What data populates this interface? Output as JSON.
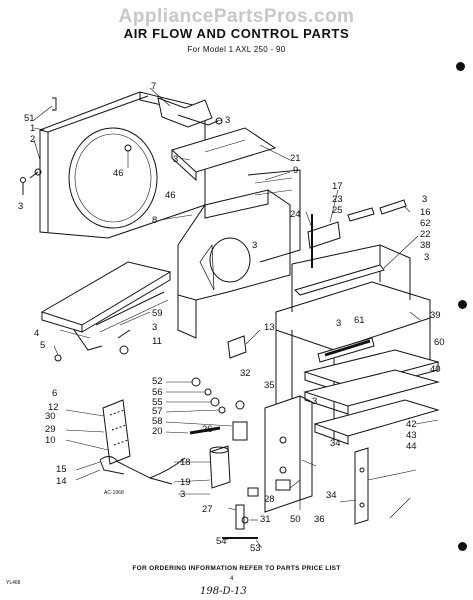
{
  "watermark": "AppliancePartsPros.com",
  "title": "AIR FLOW AND CONTROL PARTS",
  "subtitle": "For Model 1 AXL 250 - 90",
  "footer_note": "FOR ORDERING INFORMATION REFER TO PARTS PRICE LIST",
  "drawing_code": "AC-1968",
  "corner_code": "YL468",
  "page_number": "4",
  "handwritten": "198-D-13",
  "callouts": {
    "c51": "51",
    "c1": "1",
    "c2": "2",
    "c3a": "3",
    "c7": "7",
    "c3b": "3",
    "c46a": "46",
    "c3c": "3",
    "c21": "21",
    "c9": "9",
    "c46b": "46",
    "c8": "8",
    "c3d": "3",
    "c24": "24",
    "c17": "17",
    "c23": "23",
    "c25": "25",
    "c3e": "3",
    "c16": "16",
    "c62": "62",
    "c22": "22",
    "c38": "38",
    "c3f": "3",
    "c4": "4",
    "c59": "59",
    "c3g": "3",
    "c11": "11",
    "c5": "5",
    "c13": "13",
    "c3h": "3",
    "c61": "61",
    "c39": "39",
    "c60": "60",
    "c40": "40",
    "c6": "6",
    "c12": "12",
    "c30": "30",
    "c29": "29",
    "c10": "10",
    "c52": "52",
    "c56": "56",
    "c55": "55",
    "c57": "57",
    "c58": "58",
    "c20": "20",
    "c32": "32",
    "c35": "35",
    "c3i": "3",
    "c26": "26",
    "c42": "42",
    "c43": "43",
    "c44": "44",
    "c15": "15",
    "c14": "14",
    "c18": "18",
    "c34a": "34",
    "c19": "19",
    "c3j": "3",
    "c28": "28",
    "c34b": "34",
    "c27": "27",
    "c31": "31",
    "c50": "50",
    "c36": "36",
    "c54": "54",
    "c53": "53"
  }
}
